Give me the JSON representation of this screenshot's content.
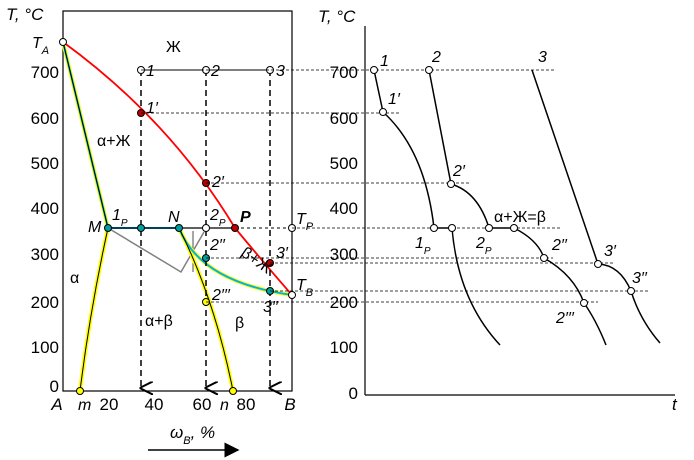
{
  "phase_diagram": {
    "y_axis_label": "T, °C",
    "y_ticks": [
      "0",
      "100",
      "200",
      "300",
      "400",
      "500",
      "600",
      "700"
    ],
    "x_ticks": [
      "A",
      "20",
      "40",
      "60",
      "80",
      "B"
    ],
    "x_axis_label": "ω",
    "x_axis_subscript": "B",
    "x_axis_unit": ", %",
    "ta_label": "T",
    "ta_sub": "A",
    "tp_label": "T",
    "tp_sub": "P",
    "tb_label": "T",
    "tb_sub": "B",
    "point_m": "M",
    "point_n": "N",
    "point_p": "P",
    "comp_m": "m",
    "comp_n": "n",
    "region_liquid": "Ж",
    "region_alpha_liquid": "α+Ж",
    "region_alpha": "α",
    "region_alpha_beta": "α+β",
    "region_beta": "β",
    "region_beta_liquid": "β+Ж",
    "pt_1": "1",
    "pt_2": "2",
    "pt_3": "3",
    "pt_1prime": "1′",
    "pt_2prime": "2′",
    "pt_3prime": "3′",
    "pt_1p": "1",
    "pt_2p": "2",
    "pt_p_sub": "P",
    "pt_2dprime": "2′′",
    "pt_3dprime": "3′′",
    "pt_2tprime": "2′′′"
  },
  "cooling_curves": {
    "y_axis_label": "T, °C",
    "y_ticks": [
      "0",
      "100",
      "200",
      "300",
      "400",
      "500",
      "600",
      "700"
    ],
    "x_axis_label": "t",
    "pt_1": "1",
    "pt_2": "2",
    "pt_3": "3",
    "pt_1prime": "1′",
    "pt_2prime": "2′",
    "pt_3prime": "3′",
    "pt_1p": "1",
    "pt_2p": "2",
    "pt_p_sub": "P",
    "pt_2dprime": "2′′",
    "pt_3dprime": "3′′",
    "pt_2tprime": "2′′′",
    "plateau_label": "α+Ж=β"
  },
  "colors": {
    "liquidus_alpha": "#00b0f0",
    "liquidus_beta": "#ff0000",
    "solvus": "#ffff00",
    "grey_line": "#808080",
    "point_fill_red": "#c00000",
    "point_fill_teal": "#00a0a0"
  }
}
